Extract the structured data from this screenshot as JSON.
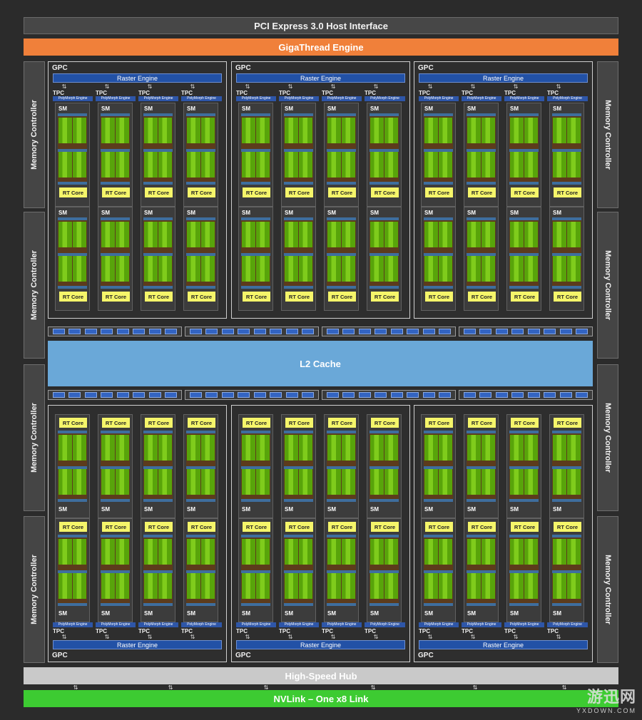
{
  "pcie_label": "PCI Express 3.0 Host Interface",
  "gigathread_label": "GigaThread Engine",
  "memory_controller_label": "Memory Controller",
  "gpc_label": "GPC",
  "raster_engine_label": "Raster Engine",
  "tpc_label": "TPC",
  "polymorph_label": "PolyMorph Engine",
  "sm_label": "SM",
  "rt_core_label": "RT Core",
  "l2_cache_label": "L2 Cache",
  "hub_label": "High-Speed Hub",
  "nvlink_label": "NVLink – One x8 Link",
  "watermark": {
    "cn": "游迅网",
    "en": "YXDOWN.COM"
  },
  "counts": {
    "gpcs": 6,
    "tpcs_per_gpc": 4,
    "sms_per_tpc": 2,
    "memory_controllers": 8,
    "crossbar_segments": 8
  },
  "colors": {
    "gigathread": "#f0803a",
    "raster_engine": "#2251a6",
    "rt_core": "#f5f56a",
    "cuda_core": "#7fcc1c",
    "l2_cache": "#6aa8d8",
    "hub": "#c9c9c9",
    "nvlink": "#3dcb32"
  }
}
